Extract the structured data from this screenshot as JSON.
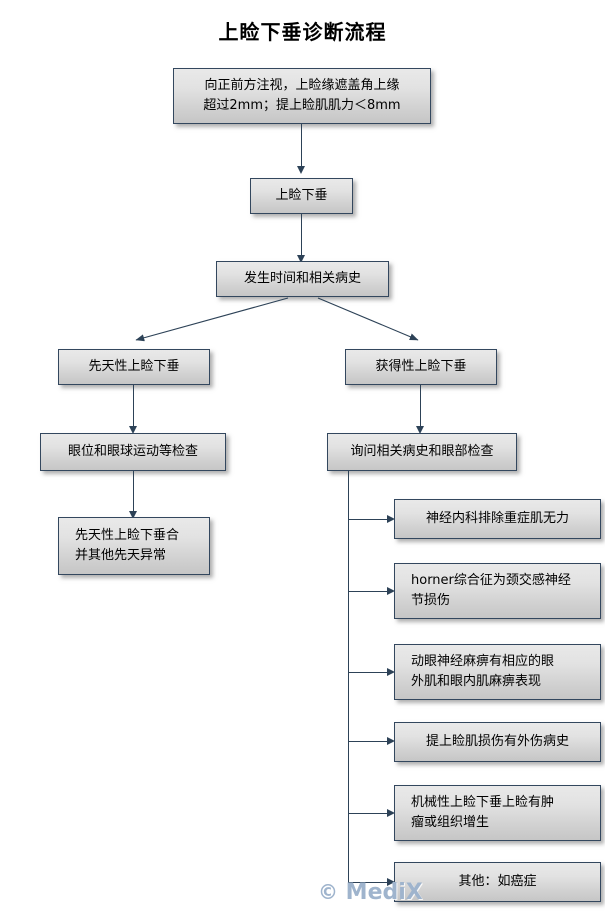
{
  "title": "上睑下垂诊断流程",
  "watermark": {
    "symbol": "©",
    "text": "MediX"
  },
  "chart_data": {
    "type": "diagram",
    "diagram_type": "flowchart",
    "title": "上睑下垂诊断流程",
    "orientation": "top-down",
    "nodes": [
      {
        "id": "n1",
        "label": "向正前方注视，上睑缘遮盖角上缘\n超过2mm；提上睑肌肌力＜8mm",
        "align": "center"
      },
      {
        "id": "n2",
        "label": "上睑下垂",
        "align": "center"
      },
      {
        "id": "n3",
        "label": "发生时间和相关病史",
        "align": "center"
      },
      {
        "id": "n4",
        "label": "先天性上睑下垂",
        "align": "center"
      },
      {
        "id": "n5",
        "label": "获得性上睑下垂",
        "align": "center"
      },
      {
        "id": "n6",
        "label": "眼位和眼球运动等检查",
        "align": "center"
      },
      {
        "id": "n7",
        "label": "询问相关病史和眼部检查",
        "align": "center"
      },
      {
        "id": "n8",
        "label": "先天性上睑下垂合\n并其他先天异常",
        "align": "left"
      },
      {
        "id": "n9",
        "label": "神经内科排除重症肌无力",
        "align": "center"
      },
      {
        "id": "n10",
        "label": "horner综合征为颈交感神经\n节损伤",
        "align": "left"
      },
      {
        "id": "n11",
        "label": "动眼神经麻痹有相应的眼\n外肌和眼内肌麻痹表现",
        "align": "left"
      },
      {
        "id": "n12",
        "label": "提上睑肌损伤有外伤病史",
        "align": "center"
      },
      {
        "id": "n13",
        "label": "机械性上睑下垂上睑有肿\n瘤或组织增生",
        "align": "left"
      },
      {
        "id": "n14",
        "label": "其他：如癌症",
        "align": "center"
      }
    ],
    "edges": [
      {
        "from": "n1",
        "to": "n2",
        "style": "straight-down"
      },
      {
        "from": "n2",
        "to": "n3",
        "style": "straight-down"
      },
      {
        "from": "n3",
        "to": "n4",
        "style": "diagonal-left"
      },
      {
        "from": "n3",
        "to": "n5",
        "style": "diagonal-right"
      },
      {
        "from": "n4",
        "to": "n6",
        "style": "straight-down"
      },
      {
        "from": "n5",
        "to": "n7",
        "style": "straight-down"
      },
      {
        "from": "n6",
        "to": "n8",
        "style": "straight-down"
      },
      {
        "from": "n7",
        "to": "n9",
        "style": "elbow-right"
      },
      {
        "from": "n7",
        "to": "n10",
        "style": "elbow-right"
      },
      {
        "from": "n7",
        "to": "n11",
        "style": "elbow-right"
      },
      {
        "from": "n7",
        "to": "n12",
        "style": "elbow-right"
      },
      {
        "from": "n7",
        "to": "n13",
        "style": "elbow-right"
      },
      {
        "from": "n7",
        "to": "n14",
        "style": "elbow-right"
      }
    ],
    "colors": {
      "node_fill_top": "#e9e9e9",
      "node_fill_bottom": "#c6c6c6",
      "node_border": "#33475e",
      "connector": "#2d4257",
      "text": "#000000",
      "background": "#ffffff",
      "watermark": "#9fb4cd"
    }
  }
}
